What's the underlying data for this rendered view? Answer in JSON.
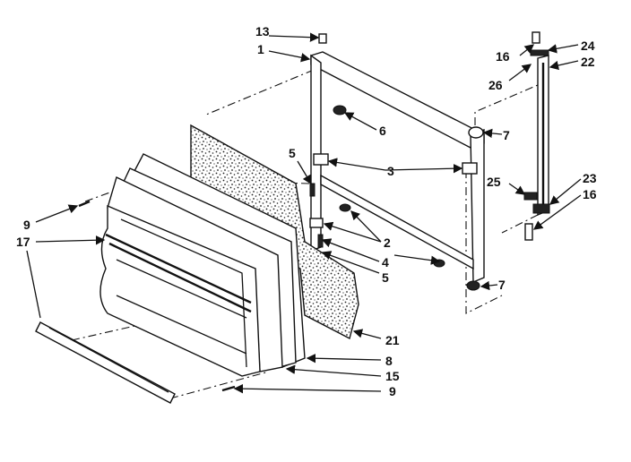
{
  "callouts": {
    "c1": "1",
    "c2": "2",
    "c3": "3",
    "c4": "4",
    "c5a": "5",
    "c5b": "5",
    "c6": "6",
    "c7a": "7",
    "c7b": "7",
    "c8": "8",
    "c9a": "9",
    "c9b": "9",
    "c13": "13",
    "c15": "15",
    "c16a": "16",
    "c16b": "16",
    "c17": "17",
    "c21": "21",
    "c22": "22",
    "c23": "23",
    "c24": "24",
    "c25": "25",
    "c26": "26"
  }
}
